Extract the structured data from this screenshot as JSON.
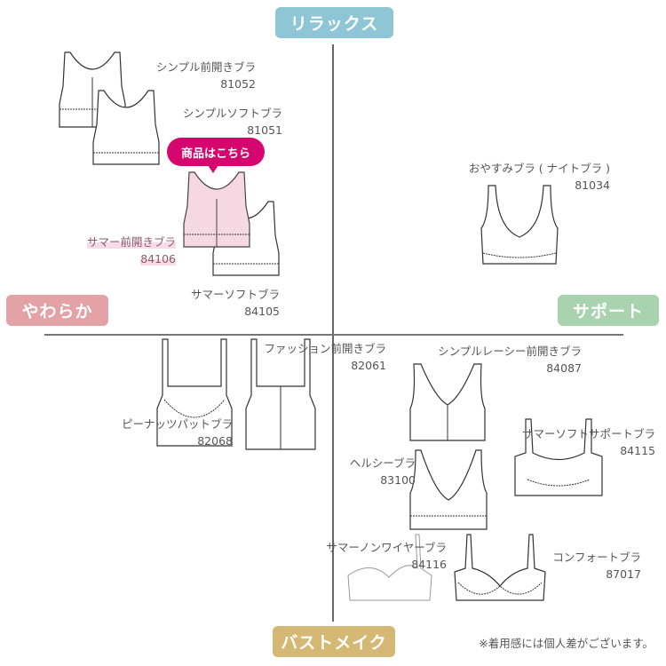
{
  "axes": {
    "top": {
      "label": "リラックス",
      "color": "#8ec6d6"
    },
    "left": {
      "label": "やわらか",
      "color": "#e3a3a6"
    },
    "right": {
      "label": "サポート",
      "color": "#a8d3ae"
    },
    "bottom": {
      "label": "バストメイク",
      "color": "#d4b873"
    }
  },
  "callout": {
    "label": "商品はこちら",
    "color": "#d6066f"
  },
  "products": [
    {
      "name": "シンプル前開きブラ",
      "code": "81052"
    },
    {
      "name": "シンプルソフトブラ",
      "code": "81051"
    },
    {
      "name": "サマー前開きブラ",
      "code": "84106"
    },
    {
      "name": "サマーソフトブラ",
      "code": "84105"
    },
    {
      "name": "おやすみブラ ( ナイトブラ )",
      "code": "81034"
    },
    {
      "name": "ピーナッツパットブラ",
      "code": "82068"
    },
    {
      "name": "ファッション前開きブラ",
      "code": "82061"
    },
    {
      "name": "シンプルレーシー前開きブラ",
      "code": "84087"
    },
    {
      "name": "サマーソフトサポートブラ",
      "code": "84115"
    },
    {
      "name": "ヘルシーブラ",
      "code": "83100"
    },
    {
      "name": "サマーノンワイヤーブラ",
      "code": "84116"
    },
    {
      "name": "コンフォートブラ",
      "code": "87017"
    }
  ],
  "note": "※着用感には個人差がございます。"
}
